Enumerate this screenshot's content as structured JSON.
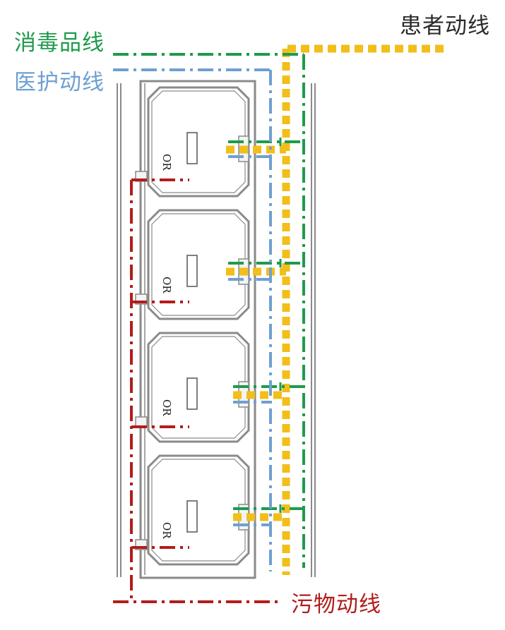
{
  "labels": {
    "patient_flow": "患者动线",
    "disinfection_flow": "消毒品线",
    "staff_flow": "医护动线",
    "waste_flow": "污物动线"
  },
  "room_label": "OR",
  "room_count": 4,
  "colors": {
    "patient_flow": "#f2be1a",
    "disinfection_flow": "#1e9b4b",
    "staff_flow": "#6ea0d2",
    "waste_flow": "#b31c1c",
    "wall": "#8a8a8a",
    "text_dark": "#2a2a2a"
  }
}
